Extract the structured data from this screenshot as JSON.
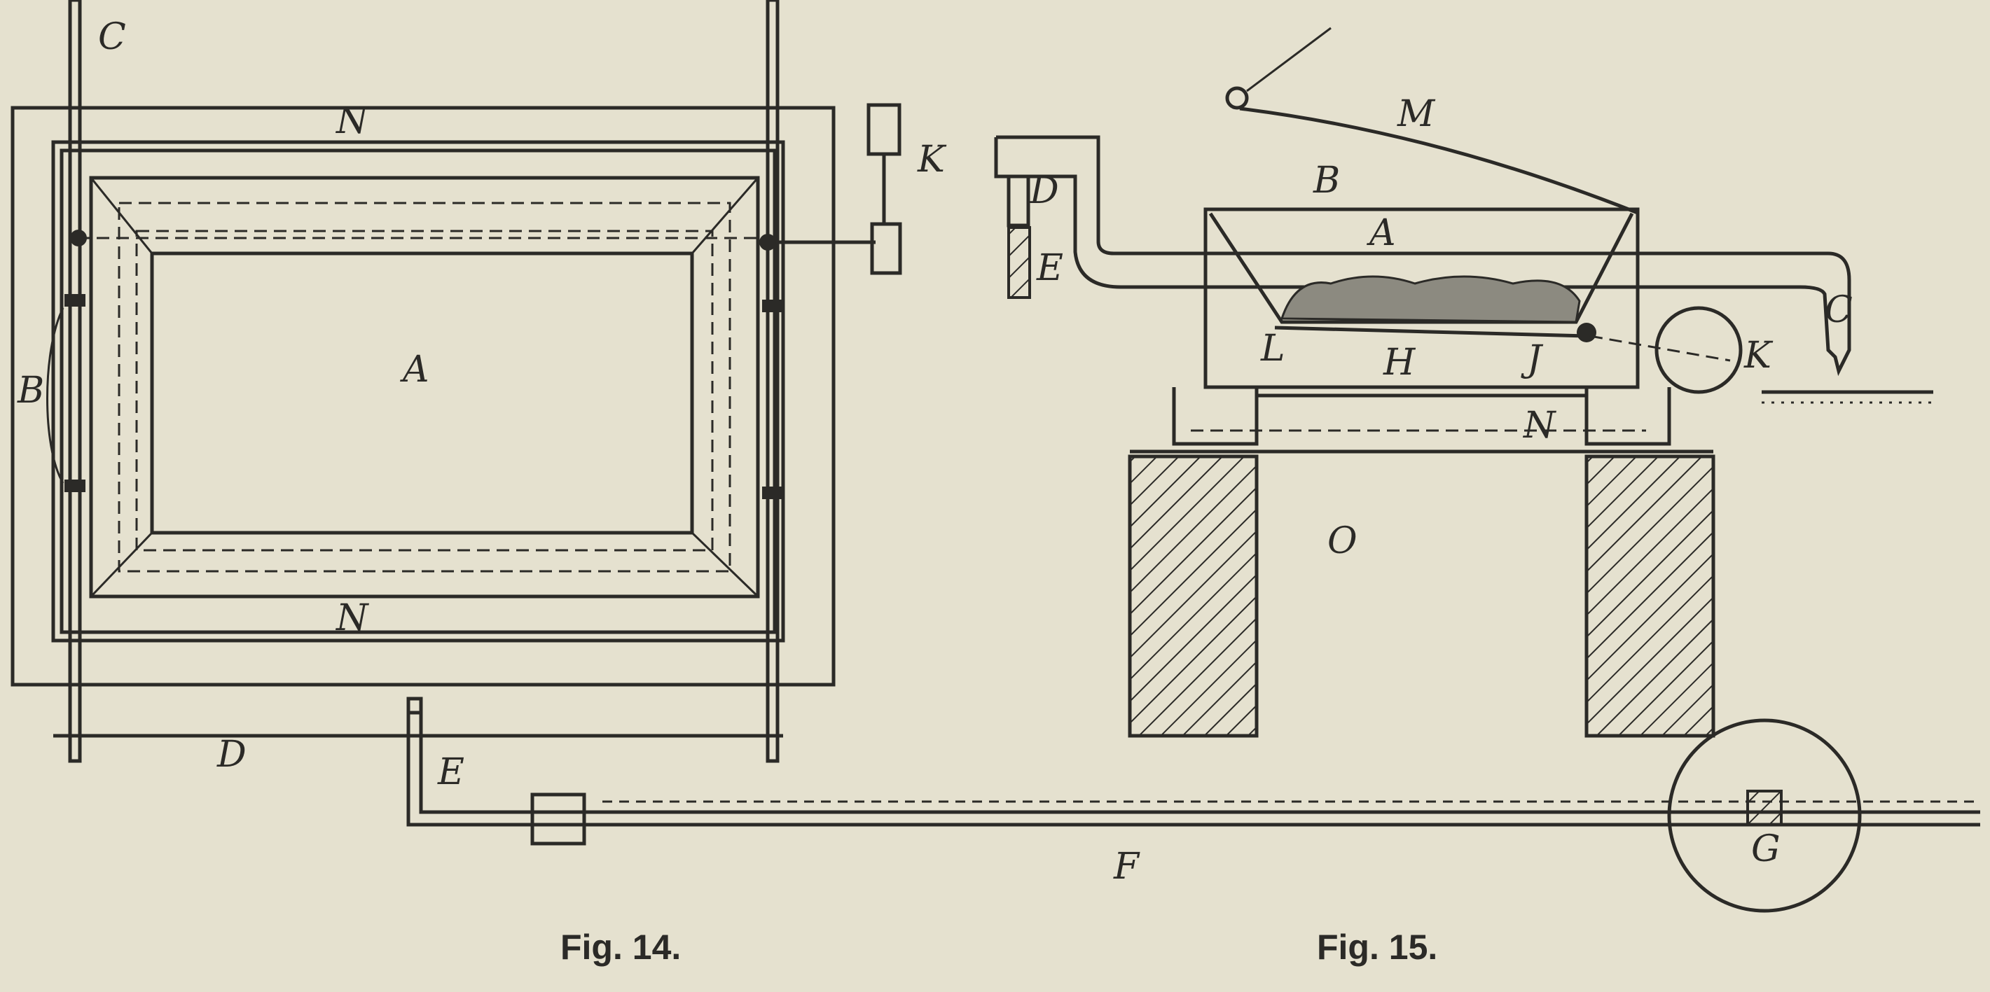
{
  "figures": [
    {
      "caption": "Fig. 14.",
      "labels": {
        "c": "C",
        "n_top": "N",
        "a": "A",
        "b": "B",
        "n_bottom": "N",
        "d": "D",
        "e": "E",
        "k": "K",
        "f": "F",
        "g": "G"
      }
    },
    {
      "caption": "Fig. 15.",
      "labels": {
        "m": "M",
        "b": "B",
        "a": "A",
        "d": "D",
        "e": "E",
        "l": "L",
        "h": "H",
        "j": "J",
        "k": "K",
        "c": "C",
        "n": "N",
        "o": "O"
      }
    }
  ],
  "colors": {
    "paper": "#e5e1cf",
    "ink": "#2b2a27"
  }
}
